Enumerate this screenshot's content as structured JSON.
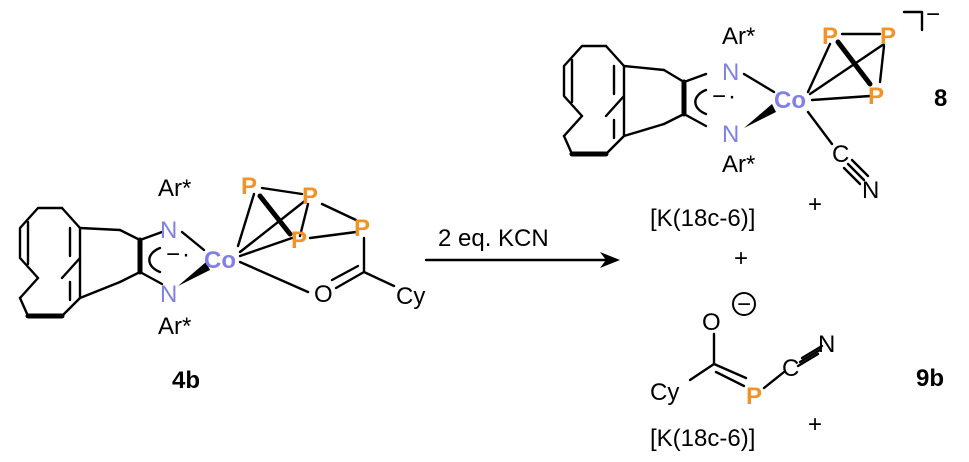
{
  "compounds": {
    "c4b": {
      "label": "4b"
    },
    "c8": {
      "label": "8",
      "charge": "−"
    },
    "c9b": {
      "label": "9b",
      "charge": "−"
    }
  },
  "atoms": {
    "P": "P",
    "N": "N",
    "Co": "Co",
    "O": "O",
    "C": "C",
    "Ar": "Ar*",
    "Cy": "Cy",
    "radical_dot": "·",
    "anion_minus": "−"
  },
  "reaction": {
    "reagent": "2 eq. KCN",
    "counterion_base": "[K(18c-6)]",
    "counterion_charge": "+",
    "plus": "+"
  },
  "colors": {
    "phosphorus": "#f39325",
    "nitrogen": "#8080e8",
    "cobalt": "#8080e8",
    "bond": "#000000"
  }
}
